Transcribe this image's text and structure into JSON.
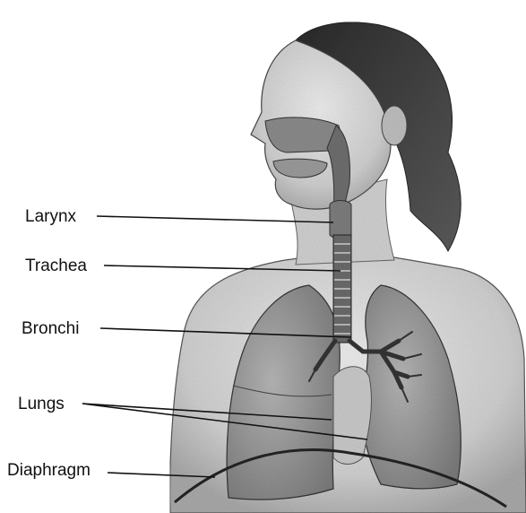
{
  "labels": {
    "larynx": "Larynx",
    "trachea": "Trachea",
    "bronchi": "Bronchi",
    "lungs": "Lungs",
    "diaphragm": "Diaphragm"
  },
  "colors": {
    "ink": "#111111",
    "skin": "#d9d9d9",
    "hair": "#3a3a3a",
    "lung": "#9a9a9a",
    "airway": "#6e6e6e"
  }
}
